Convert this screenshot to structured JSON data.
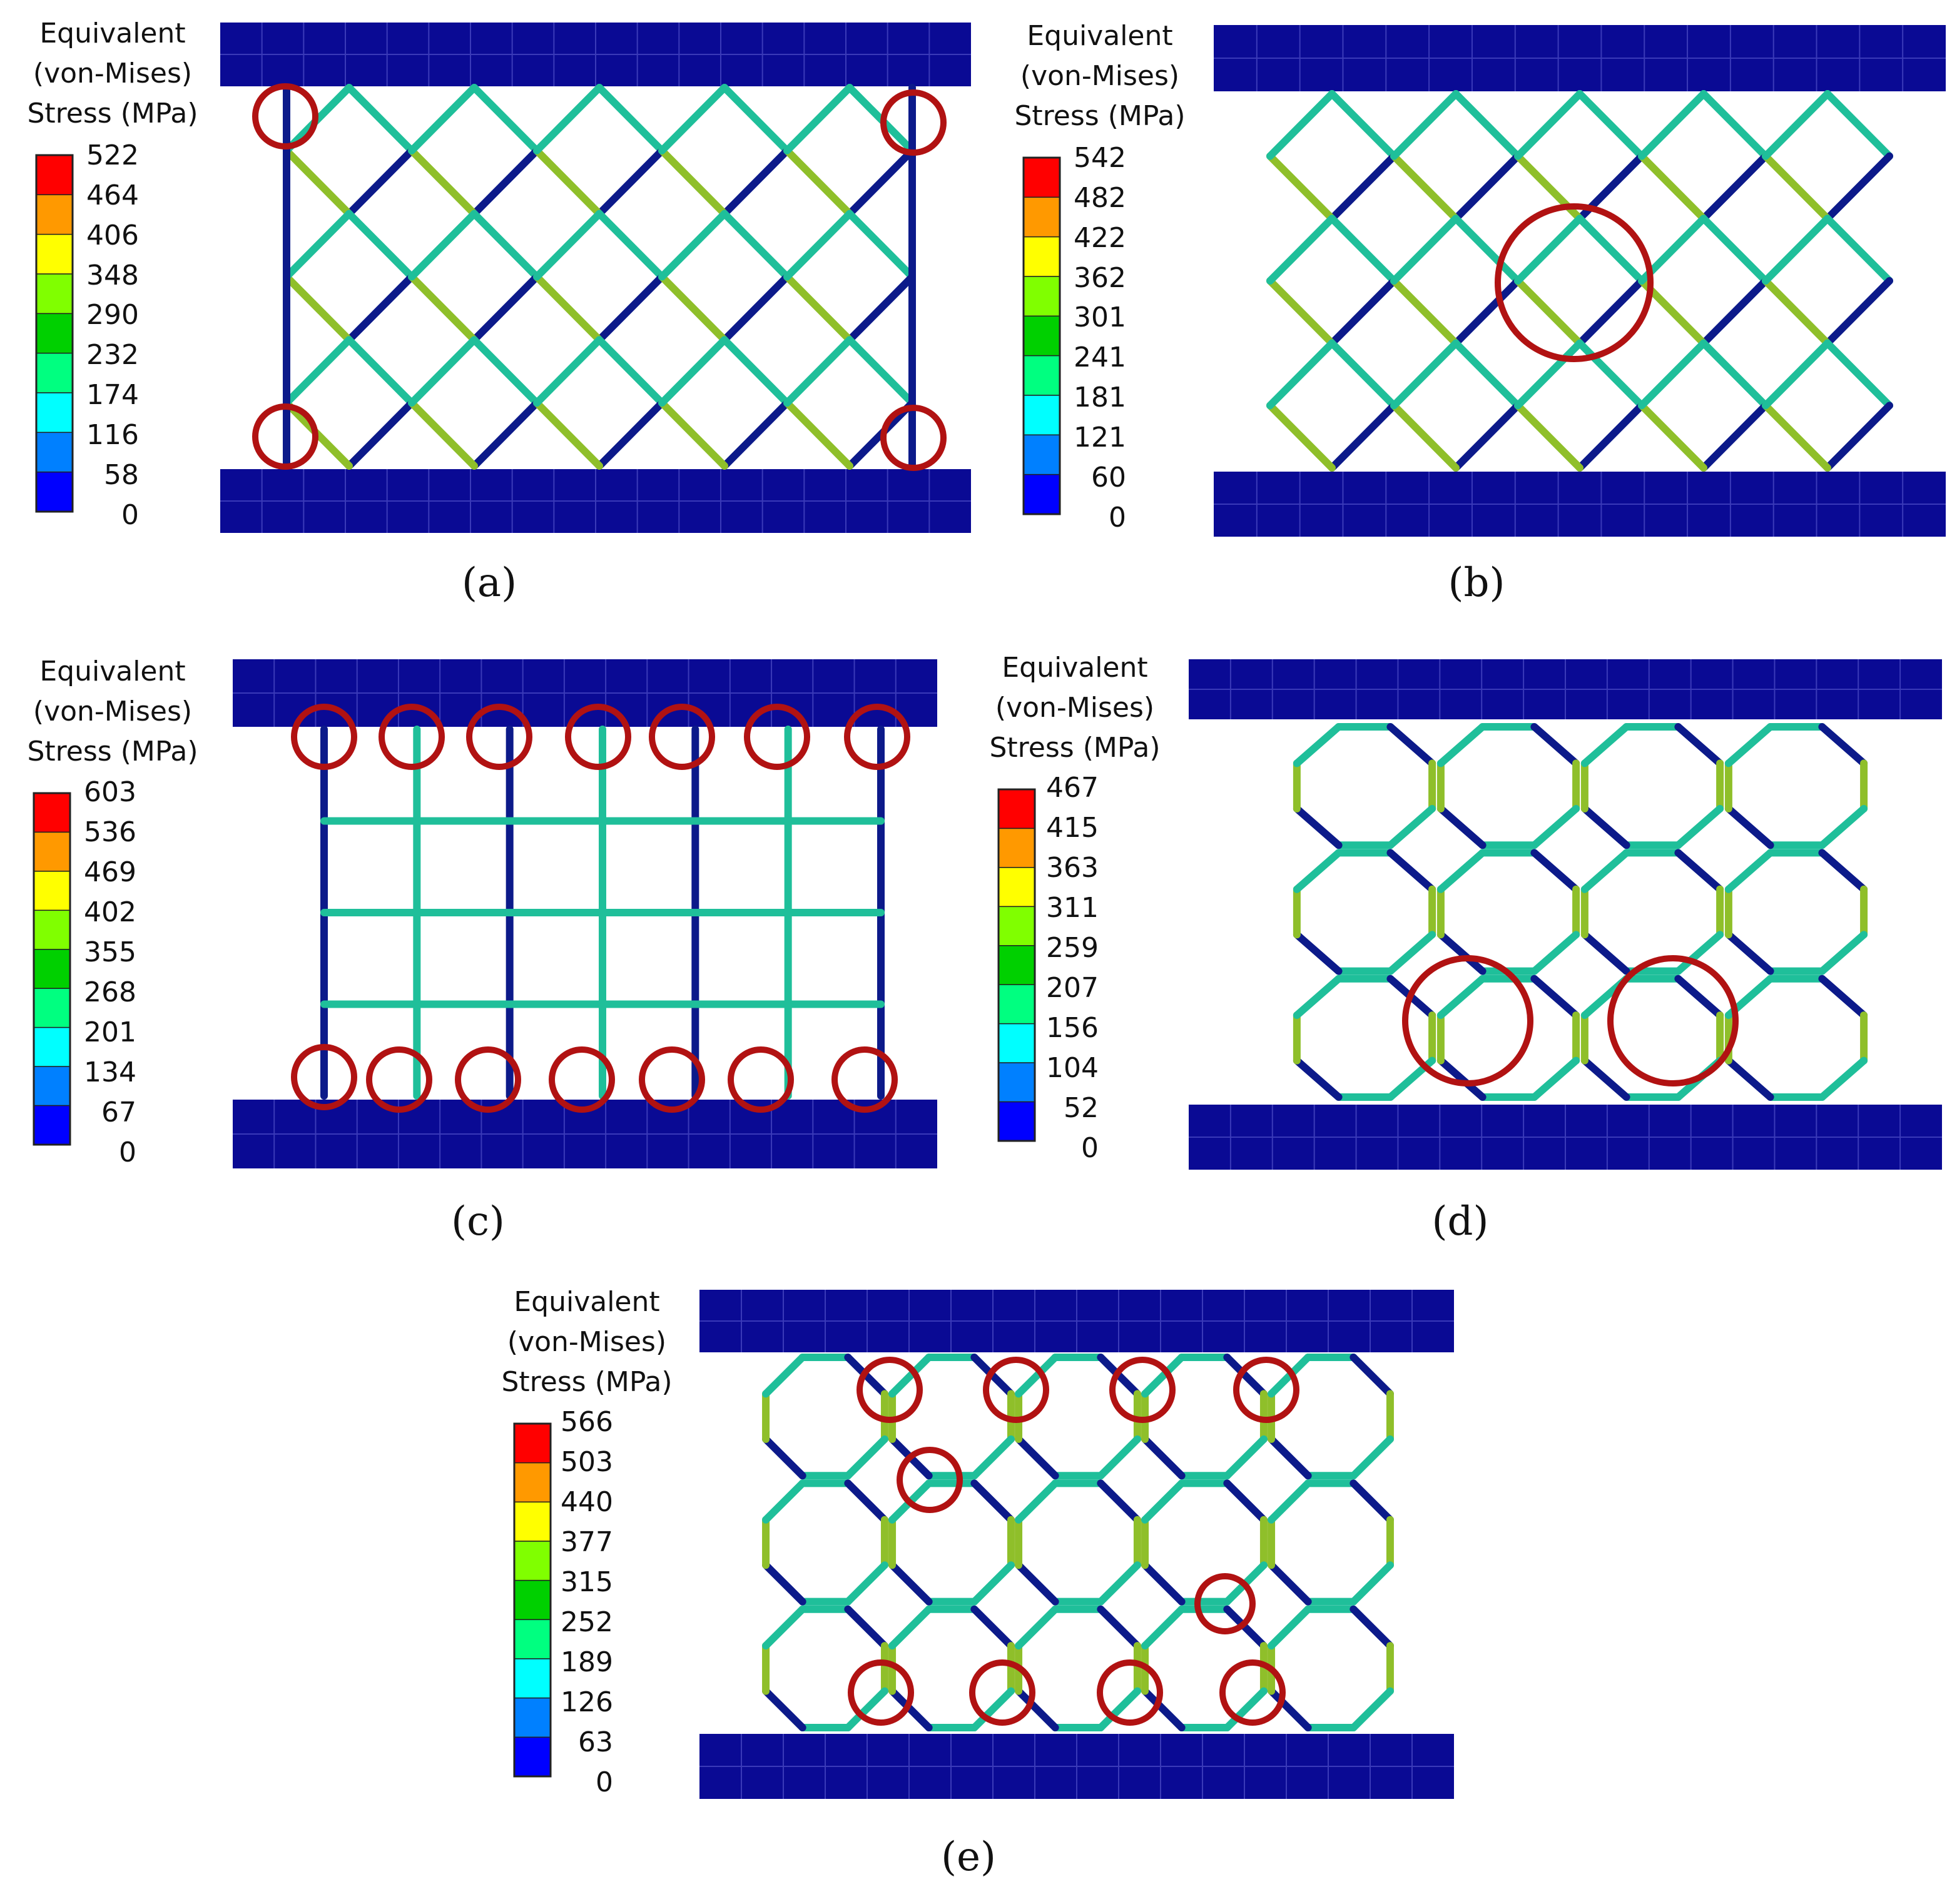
{
  "colorbar_colors": [
    "#0000ff",
    "#0080ff",
    "#00ffff",
    "#00ff80",
    "#00d000",
    "#80ff00",
    "#ffff00",
    "#ff9900",
    "#ff0000"
  ],
  "colors": {
    "plate": "#0a0a94",
    "highlight": "#b11212",
    "strut_low": "#0c1a8a",
    "strut_mid": "#1fbf9a",
    "strut_high": "#8fbf2a"
  },
  "panels": [
    {
      "id": "a",
      "caption": "(a)",
      "legend": {
        "title": [
          "Equivalent",
          "(von-Mises)",
          "Stress (MPa)"
        ],
        "ticks": [
          "522",
          "464",
          "406",
          "348",
          "290",
          "232",
          "174",
          "116",
          "58",
          "0"
        ]
      },
      "structure": "diamond-lattice-with-side-posts",
      "failure_count": 4
    },
    {
      "id": "b",
      "caption": "(b)",
      "legend": {
        "title": [
          "Equivalent",
          "(von-Mises)",
          "Stress (MPa)"
        ],
        "ticks": [
          "542",
          "482",
          "422",
          "362",
          "301",
          "241",
          "181",
          "121",
          "60",
          "0"
        ]
      },
      "structure": "diamond-lattice",
      "failure_count": 1
    },
    {
      "id": "c",
      "caption": "(c)",
      "legend": {
        "title": [
          "Equivalent",
          "(von-Mises)",
          "Stress (MPa)"
        ],
        "ticks": [
          "603",
          "536",
          "469",
          "402",
          "355",
          "268",
          "201",
          "134",
          "67",
          "0"
        ]
      },
      "structure": "square-grid",
      "failure_count": 14
    },
    {
      "id": "d",
      "caption": "(d)",
      "legend": {
        "title": [
          "Equivalent",
          "(von-Mises)",
          "Stress (MPa)"
        ],
        "ticks": [
          "467",
          "415",
          "363",
          "311",
          "259",
          "207",
          "156",
          "104",
          "52",
          "0"
        ]
      },
      "structure": "octagon-square-tiling",
      "failure_count": 2
    },
    {
      "id": "e",
      "caption": "(e)",
      "legend": {
        "title": [
          "Equivalent",
          "(von-Mises)",
          "Stress (MPa)"
        ],
        "ticks": [
          "566",
          "503",
          "440",
          "377",
          "315",
          "252",
          "189",
          "126",
          "63",
          "0"
        ]
      },
      "structure": "octagon-diamond-tiling",
      "failure_count": 10
    }
  ]
}
